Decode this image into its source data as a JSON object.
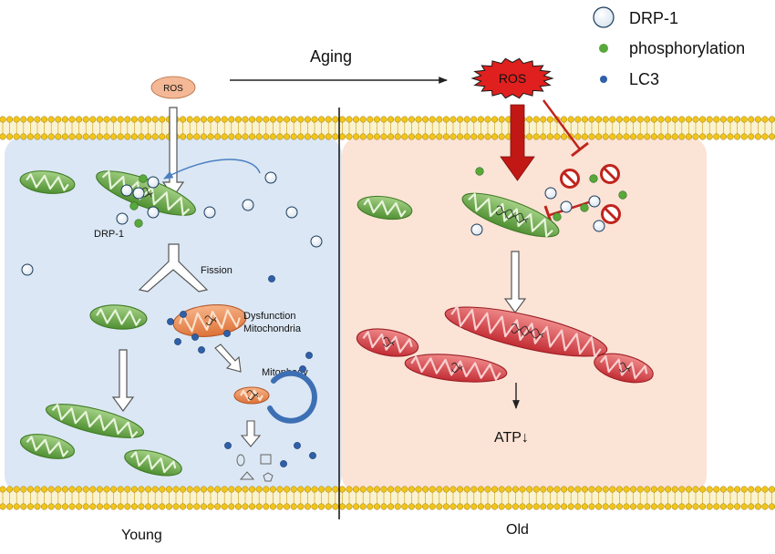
{
  "legend": {
    "items": [
      {
        "label": "DRP-1",
        "marker": "open-light-circle"
      },
      {
        "label": "phosphorylation",
        "marker": "green-dot"
      },
      {
        "label": "LC3",
        "marker": "blue-dot"
      }
    ]
  },
  "top": {
    "arrow_label": "Aging"
  },
  "young": {
    "panel_label": "Young",
    "ros_label": "ROS",
    "drp1_label": "DRP-1",
    "fission_label": "Fission",
    "dysfunction_line1": "Dysfunction",
    "dysfunction_line2": "Mitochondria",
    "mitophagy_label": "Mitophagy"
  },
  "old": {
    "panel_label": "Old",
    "ros_label": "ROS",
    "atp_label": "ATP↓"
  },
  "colors": {
    "young_panel": "#dbe7f4",
    "old_panel": "#fbe3d6",
    "membrane_head": "#f2c51a",
    "healthy_mito": "#6aad45",
    "dysfunctional_mito": "#e8824a",
    "old_mito": "#d63a3f",
    "ros_old": "#e0201e",
    "ros_young": "#f4b896",
    "inhibit": "#c0241d",
    "lc3": "#2f5fa8",
    "phospho": "#58a83b"
  }
}
